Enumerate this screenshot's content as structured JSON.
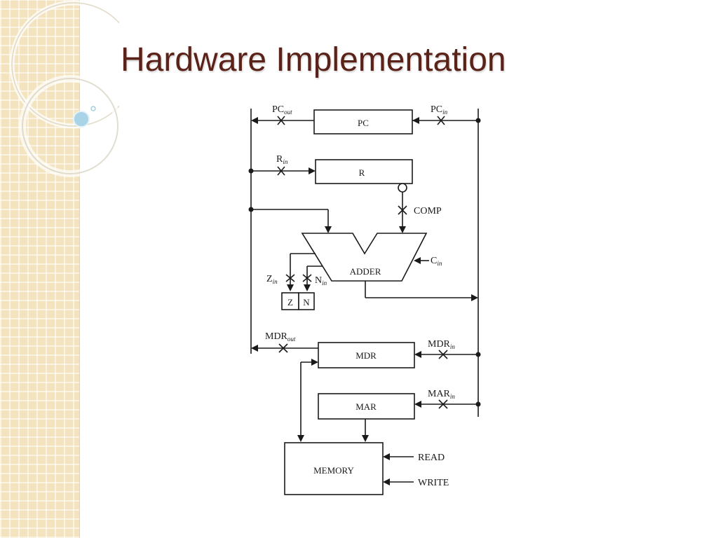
{
  "slide": {
    "title": "Hardware Implementation"
  },
  "diagram": {
    "registers": {
      "pc": "PC",
      "r": "R",
      "adder": "ADDER",
      "z": "Z",
      "n": "N",
      "mdr": "MDR",
      "mar": "MAR",
      "memory": "MEMORY"
    },
    "signals": {
      "pc_out": {
        "base": "PC",
        "sub": "out"
      },
      "pc_in": {
        "base": "PC",
        "sub": "in"
      },
      "r_in": {
        "base": "R",
        "sub": "in"
      },
      "comp": {
        "base": "COMP",
        "sub": ""
      },
      "c_in": {
        "base": "C",
        "sub": "in"
      },
      "z_in": {
        "base": "Z",
        "sub": "in"
      },
      "n_in": {
        "base": "N",
        "sub": "in"
      },
      "mdr_out": {
        "base": "MDR",
        "sub": "out"
      },
      "mdr_in": {
        "base": "MDR",
        "sub": "in"
      },
      "mar_in": {
        "base": "MAR",
        "sub": "in"
      },
      "read": {
        "base": "READ",
        "sub": ""
      },
      "write": {
        "base": "WRITE",
        "sub": ""
      }
    }
  }
}
